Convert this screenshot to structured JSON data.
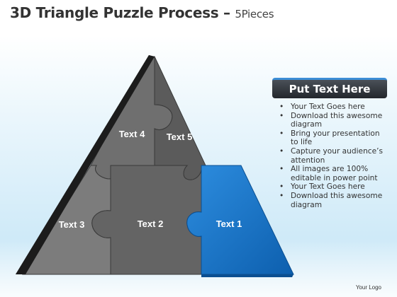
{
  "header": {
    "title": "3D Triangle Puzzle Process –",
    "subtitle": "5Pieces"
  },
  "diagram": {
    "pieces": [
      {
        "id": "piece-4",
        "label": "Text 4",
        "color": "#6f6f6f"
      },
      {
        "id": "piece-5",
        "label": "Text 5",
        "color": "#5b5b5b"
      },
      {
        "id": "piece-3",
        "label": "Text 3",
        "color": "#7c7c7c"
      },
      {
        "id": "piece-2",
        "label": "Text 2",
        "color": "#646464"
      },
      {
        "id": "piece-1",
        "label": "Text 1",
        "color": "#1a74c6"
      }
    ],
    "edge_color": "#1e1e1e"
  },
  "side_panel": {
    "heading": "Put Text Here",
    "bullets": [
      "Your Text Goes here",
      "Download this awesome diagram",
      "Bring your presentation to life",
      "Capture your audience’s attention",
      "All images are 100% editable in power point",
      "Your Text Goes here",
      "Download this awesome diagram"
    ]
  },
  "footer": {
    "logo_text": "Your Logo"
  }
}
